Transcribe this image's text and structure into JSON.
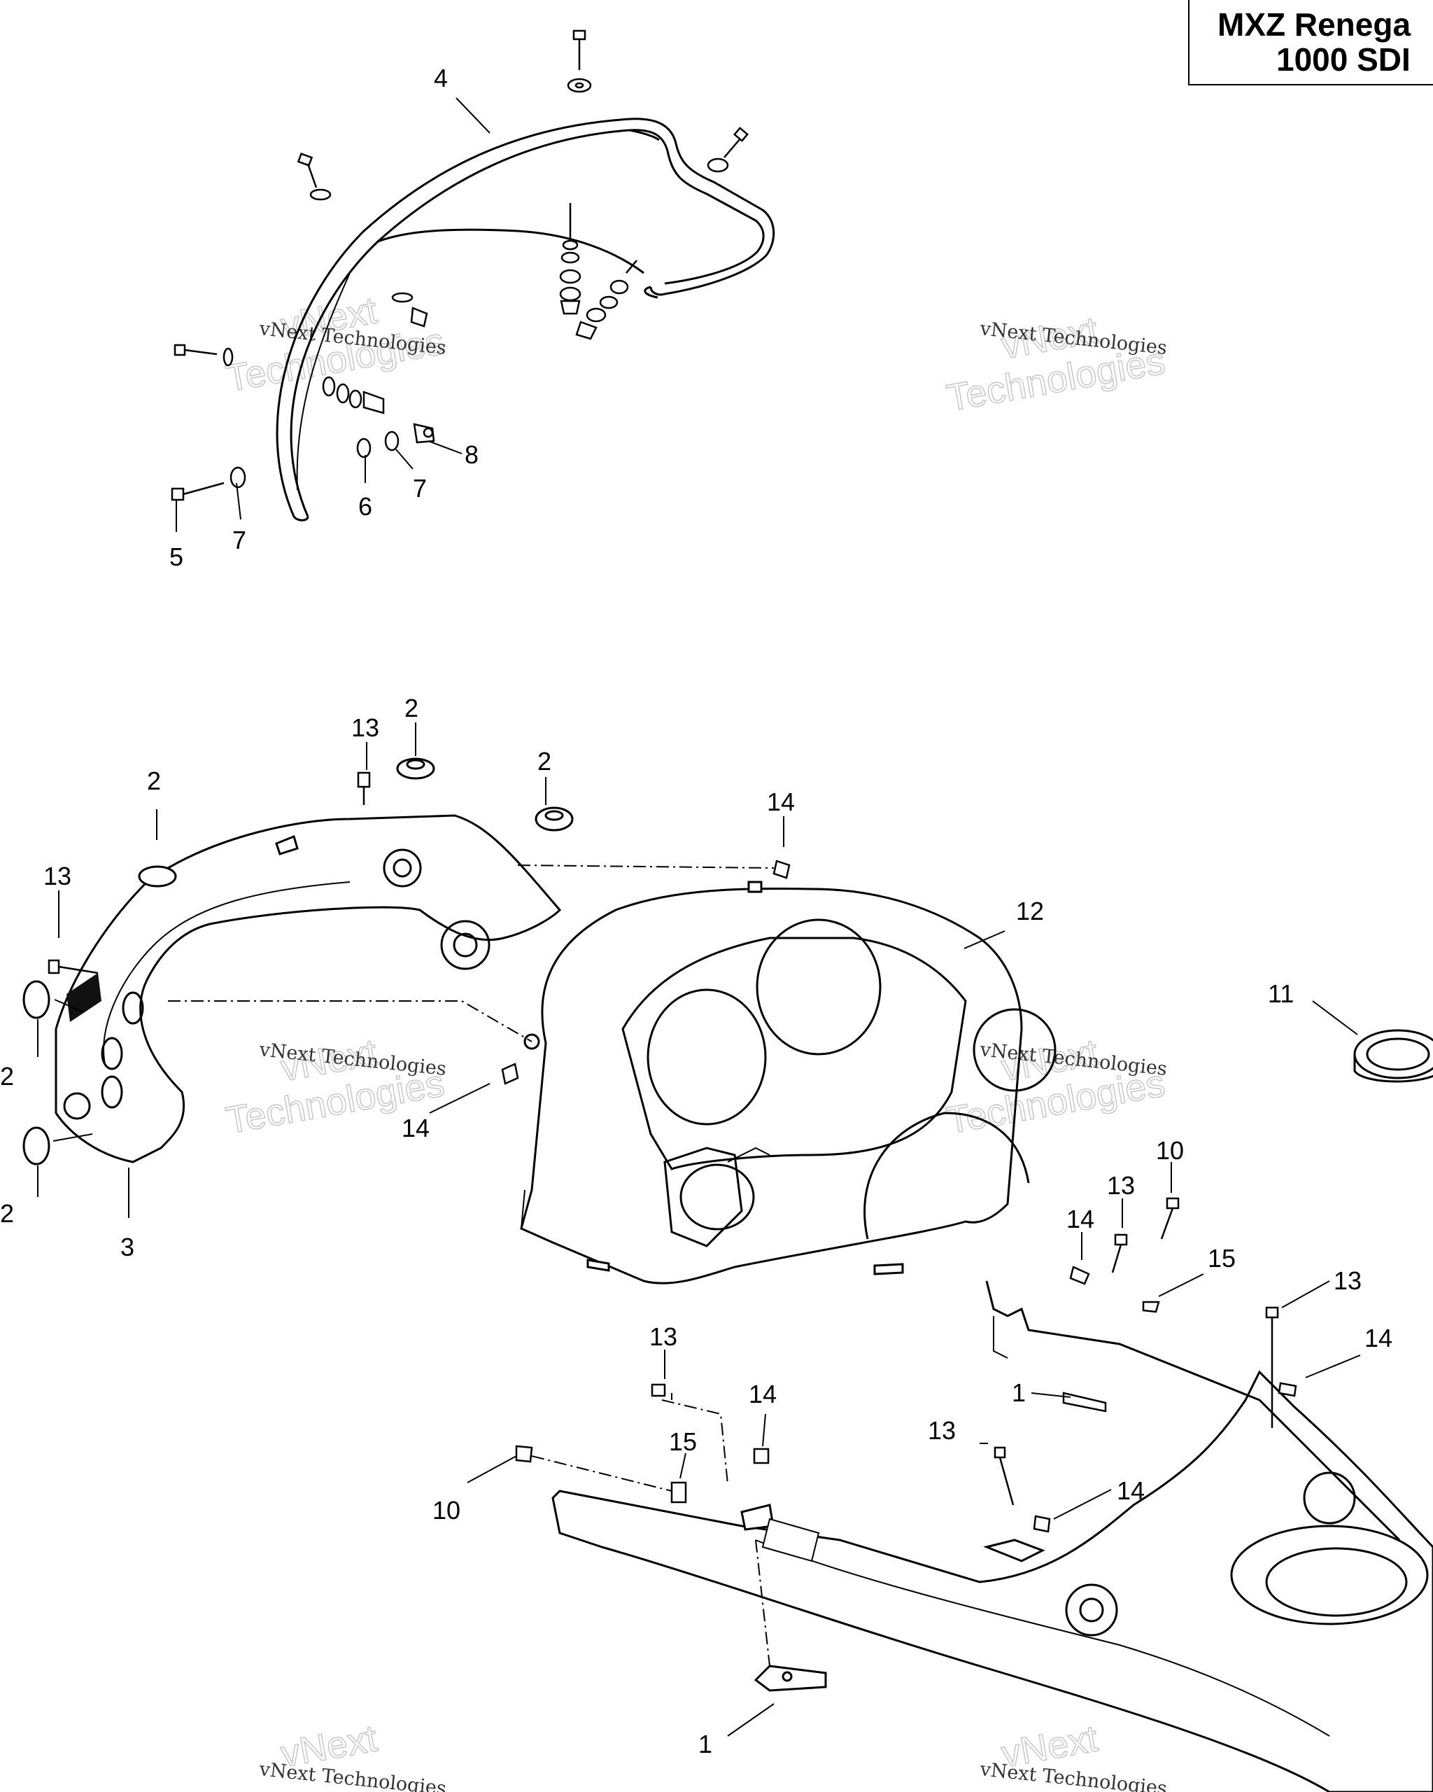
{
  "header": {
    "model_line1": "MXZ Renega",
    "model_line2": "1000 SDI"
  },
  "watermark": {
    "small": "vNext Technologies",
    "big_word1": "vNext",
    "big_word2": "Technologies"
  },
  "callouts": [
    {
      "label": "4"
    },
    {
      "label": "8"
    },
    {
      "label": "7"
    },
    {
      "label": "6"
    },
    {
      "label": "7"
    },
    {
      "label": "5"
    },
    {
      "label": "13"
    },
    {
      "label": "2"
    },
    {
      "label": "2"
    },
    {
      "label": "2"
    },
    {
      "label": "14"
    },
    {
      "label": "13"
    },
    {
      "label": "12"
    },
    {
      "label": "2"
    },
    {
      "label": "2"
    },
    {
      "label": "3"
    },
    {
      "label": "14"
    },
    {
      "label": "11"
    },
    {
      "label": "10"
    },
    {
      "label": "13"
    },
    {
      "label": "14"
    },
    {
      "label": "15"
    },
    {
      "label": "13"
    },
    {
      "label": "14"
    },
    {
      "label": "1"
    },
    {
      "label": "13"
    },
    {
      "label": "14"
    },
    {
      "label": "15"
    },
    {
      "label": "10"
    },
    {
      "label": "13"
    },
    {
      "label": "14"
    },
    {
      "label": "1"
    }
  ]
}
